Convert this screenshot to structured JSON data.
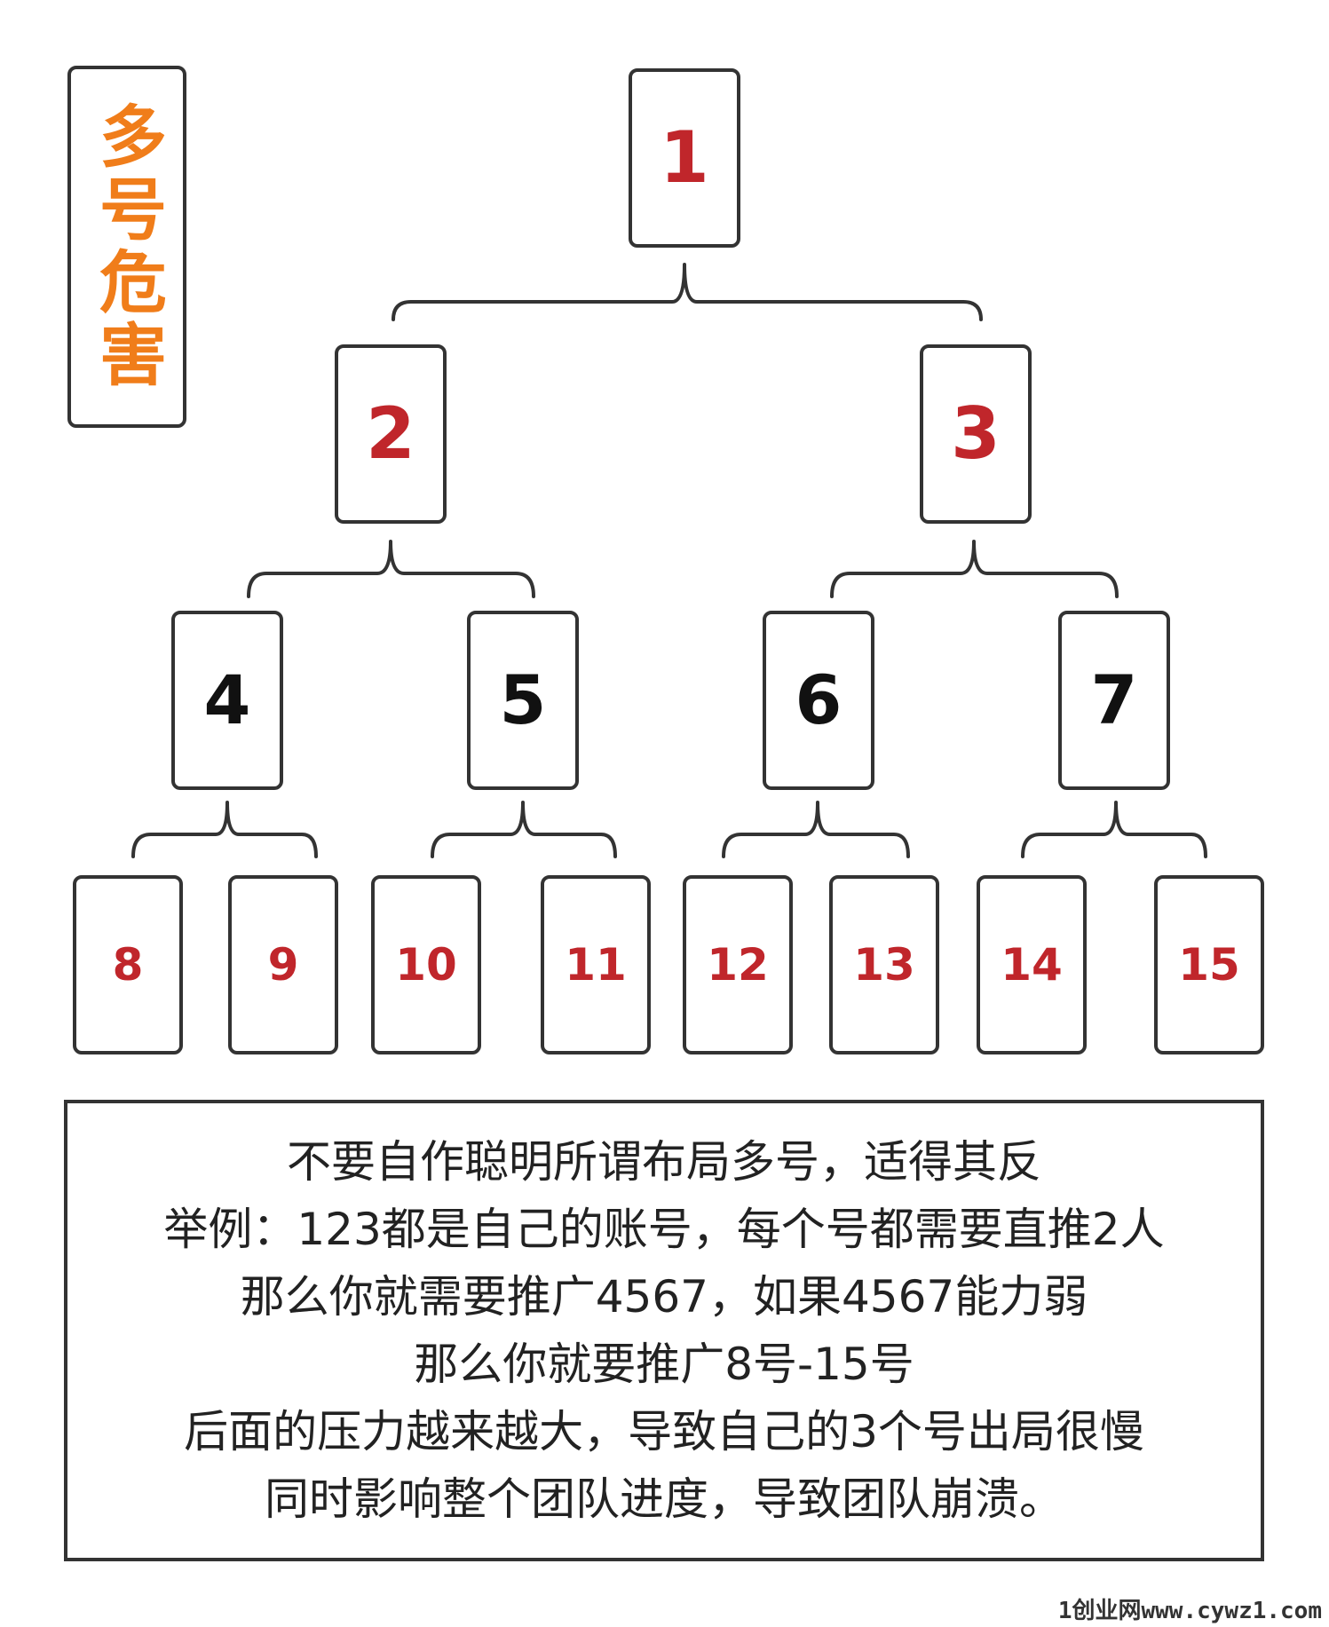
{
  "title": "多号危害",
  "nodes": {
    "n1": "1",
    "n2": "2",
    "n3": "3",
    "n4": "4",
    "n5": "5",
    "n6": "6",
    "n7": "7",
    "n8": "8",
    "n9": "9",
    "n10": "10",
    "n11": "11",
    "n12": "12",
    "n13": "13",
    "n14": "14",
    "n15": "15"
  },
  "edges": [
    [
      "1",
      "2"
    ],
    [
      "1",
      "3"
    ],
    [
      "2",
      "4"
    ],
    [
      "2",
      "5"
    ],
    [
      "3",
      "6"
    ],
    [
      "3",
      "7"
    ],
    [
      "4",
      "8"
    ],
    [
      "4",
      "9"
    ],
    [
      "5",
      "10"
    ],
    [
      "5",
      "11"
    ],
    [
      "6",
      "12"
    ],
    [
      "6",
      "13"
    ],
    [
      "7",
      "14"
    ],
    [
      "7",
      "15"
    ]
  ],
  "colors": {
    "title": "#f07d1a",
    "red_numbers": "#c0262b",
    "black_numbers": "#111111",
    "border": "#333333"
  },
  "description_lines": [
    "不要自作聪明所谓布局多号，适得其反",
    "举例：123都是自己的账号，每个号都需要直推2人",
    "那么你就需要推广4567，如果4567能力弱",
    "那么你就要推广8号-15号",
    "后面的压力越来越大，导致自己的3个号出局很慢",
    "同时影响整个团队进度，导致团队崩溃。"
  ],
  "watermark": "1创业网www.cywz1.com"
}
